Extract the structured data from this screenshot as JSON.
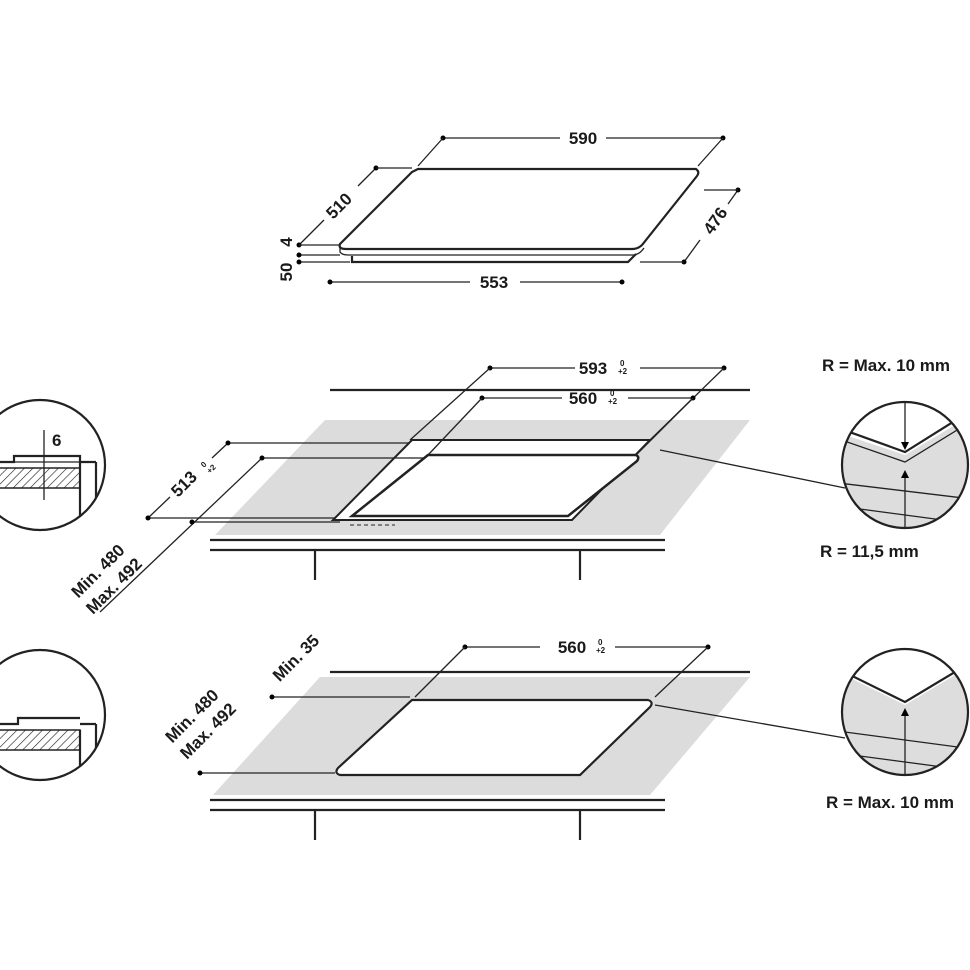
{
  "hob": {
    "width": "590",
    "depth": "510",
    "glass_thickness": "4",
    "height": "50",
    "base_width": "553",
    "base_depth": "476"
  },
  "flush_install": {
    "cutout_outer_width": "593",
    "cutout_outer_width_tol_upper": "0",
    "cutout_outer_width_tol_lower": "+2",
    "cutout_inner_width": "560",
    "cutout_inner_width_tol_upper": "0",
    "cutout_inner_width_tol_lower": "+2",
    "cutout_outer_depth": "513",
    "cutout_outer_depth_tol_upper": "0",
    "cutout_outer_depth_tol_lower": "+2",
    "depth_min": "Min. 480",
    "depth_max": "Max. 492",
    "detail_depth": "6",
    "radius_outer": "R = Max. 10 mm",
    "radius_inner": "R = 11,5 mm"
  },
  "standard_install": {
    "cutout_width": "560",
    "cutout_width_tol_upper": "0",
    "cutout_width_tol_lower": "+2",
    "edge_min": "Min. 35",
    "depth_min": "Min. 480",
    "depth_max": "Max. 492",
    "radius": "R = Max. 10 mm"
  }
}
